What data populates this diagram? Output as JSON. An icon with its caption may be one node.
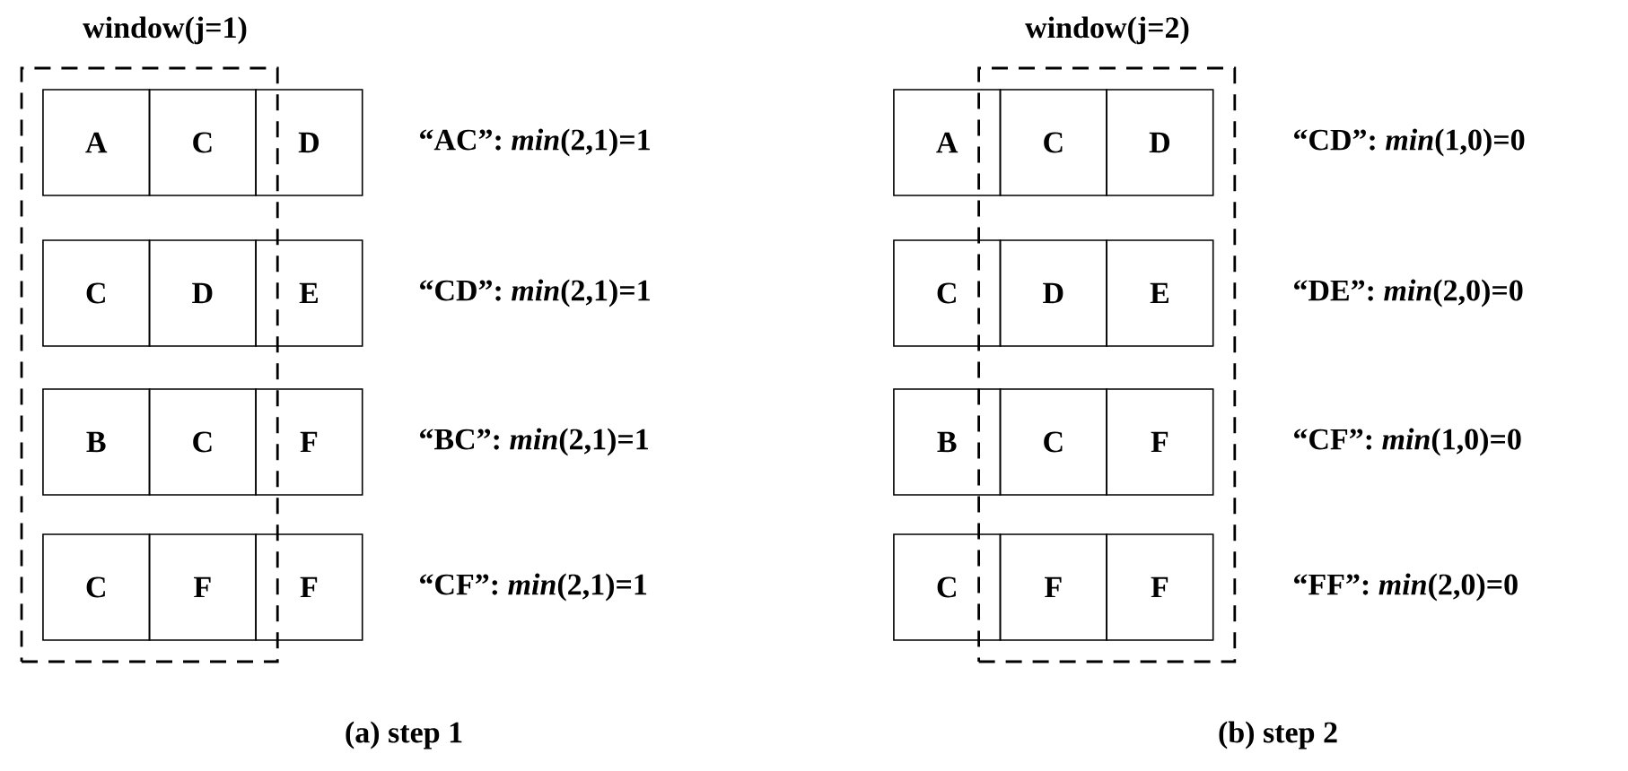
{
  "diagram": {
    "nodes": [
      {
        "text": [
          "window(j=1)"
        ]
      },
      {
        "text": [
          "A"
        ],
        "in": 0
      },
      {
        "text": [
          "C"
        ],
        "in": 0
      },
      {
        "text": [
          "D"
        ]
      },
      {
        "text": [
          "C"
        ],
        "in": 0
      },
      {
        "text": [
          "D"
        ],
        "in": 0
      },
      {
        "text": [
          "E"
        ]
      },
      {
        "text": [
          "B"
        ],
        "in": 0
      },
      {
        "text": [
          "C"
        ],
        "in": 0
      },
      {
        "text": [
          "F"
        ]
      },
      {
        "text": [
          "C"
        ],
        "in": 0
      },
      {
        "text": [
          "F"
        ],
        "in": 0
      },
      {
        "text": [
          "F"
        ]
      },
      {
        "text": [
          "window(j=2)"
        ]
      },
      {
        "text": [
          "A"
        ]
      },
      {
        "text": [
          "C"
        ],
        "in": 13
      },
      {
        "text": [
          "D"
        ],
        "in": 13
      },
      {
        "text": [
          "C"
        ]
      },
      {
        "text": [
          "D"
        ],
        "in": 13
      },
      {
        "text": [
          "E"
        ],
        "in": 13
      },
      {
        "text": [
          "B"
        ]
      },
      {
        "text": [
          "C"
        ],
        "in": 13
      },
      {
        "text": [
          "F"
        ],
        "in": 13
      },
      {
        "text": [
          "C"
        ]
      },
      {
        "text": [
          "F"
        ],
        "in": 13
      },
      {
        "text": [
          "F"
        ],
        "in": 13
      }
    ],
    "labels": [
      "“AC”: *min*(2,1)=1",
      "“CD”: *min*(2,1)=1",
      "“BC”: *min*(2,1)=1",
      "“CF”: *min*(2,1)=1",
      "“CD”: *min*(1,0)=0",
      "“DE”: *min*(2,0)=0",
      "“CF”: *min*(1,0)=0",
      "“FF”: *min*(2,0)=0",
      "(a) step 1",
      "(b) step 2"
    ]
  }
}
